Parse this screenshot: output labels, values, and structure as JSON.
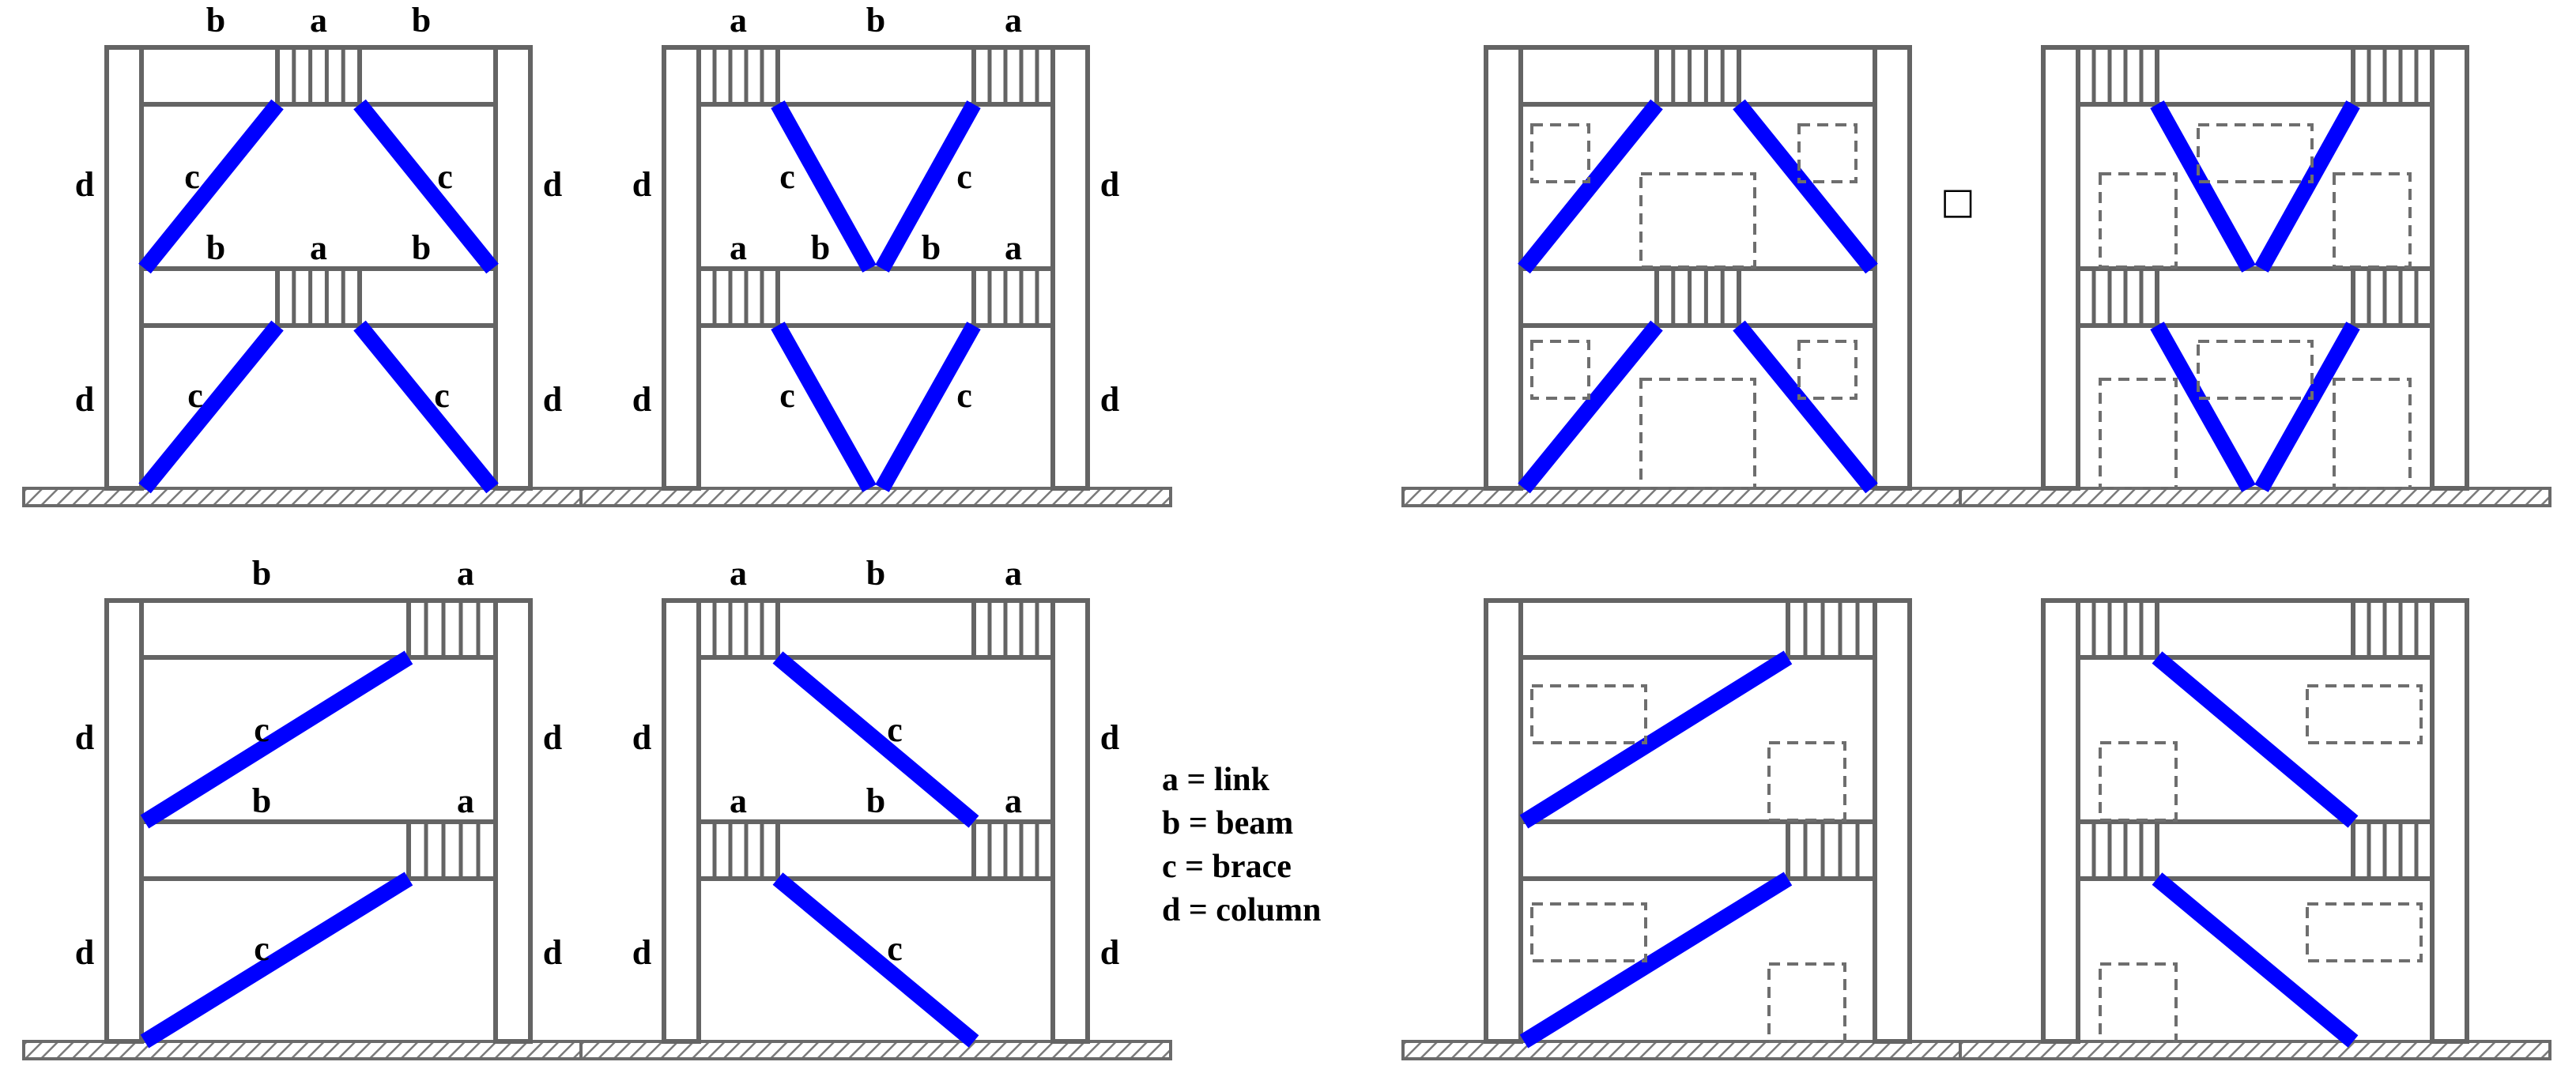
{
  "labels": {
    "link": "a",
    "beam": "b",
    "brace": "c",
    "column": "d"
  },
  "legend": [
    "a = link",
    "b = beam",
    "c = brace",
    "d = column"
  ],
  "marker_symbol": "□",
  "colors": {
    "brace": "#0000ff",
    "frame": "#646464",
    "opening": "#6e6e6e"
  },
  "frames": [
    {
      "id": "inverted-v-labeled",
      "brace": "inverted-v",
      "labeled": true
    },
    {
      "id": "v-labeled",
      "brace": "v",
      "labeled": true
    },
    {
      "id": "inverted-v-openings",
      "brace": "inverted-v",
      "labeled": false
    },
    {
      "id": "v-openings",
      "brace": "v",
      "labeled": false
    },
    {
      "id": "diagonal-right-labeled",
      "brace": "diagonal-up-right",
      "labeled": true
    },
    {
      "id": "diagonal-left-labeled",
      "brace": "diagonal-down-right",
      "labeled": true
    },
    {
      "id": "diagonal-right-openings",
      "brace": "diagonal-up-right",
      "labeled": false
    },
    {
      "id": "diagonal-left-openings",
      "brace": "diagonal-down-right",
      "labeled": false
    }
  ]
}
